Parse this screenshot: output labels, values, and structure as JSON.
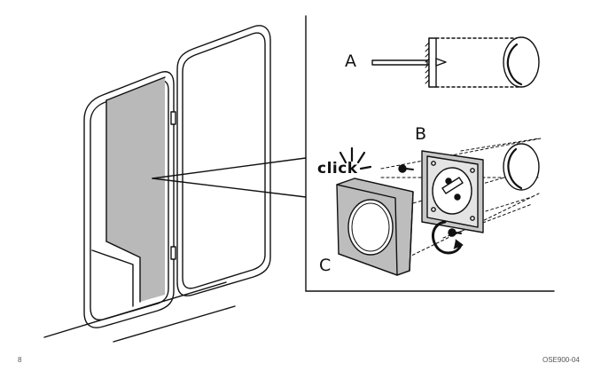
{
  "labels": {
    "a": "A",
    "b": "B",
    "c": "C",
    "click": "click"
  },
  "footer": {
    "page_number": "8",
    "doc_code": "OSE900-04"
  },
  "colors": {
    "line": "#111111",
    "panel_gray": "#b9b9b9",
    "plate_gray": "#c8c8c8",
    "base_gray": "#bdbdbd"
  }
}
